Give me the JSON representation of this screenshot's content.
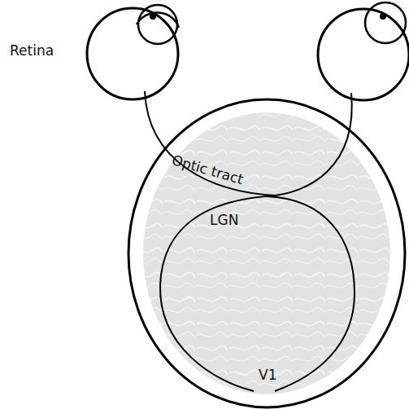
{
  "diagram": {
    "labels": [
      "Retina",
      "Optic tract",
      "LGN",
      "V1"
    ]
  }
}
